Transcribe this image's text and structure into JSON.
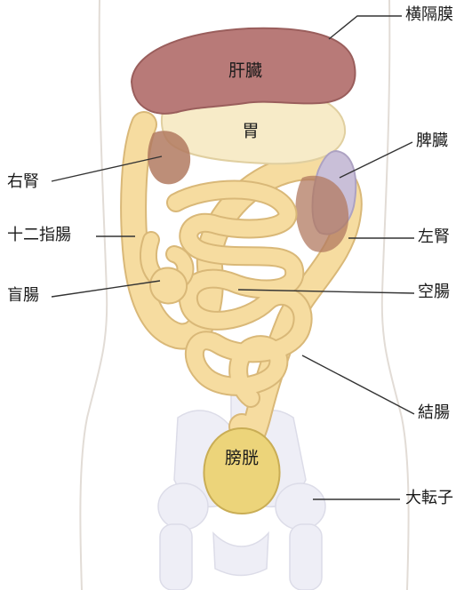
{
  "labels": {
    "diaphragm": "横隔膜",
    "liver": "肝臓",
    "stomach": "胃",
    "spleen": "脾臓",
    "right_kidney": "右腎",
    "duodenum": "十二指腸",
    "left_kidney": "左腎",
    "cecum": "盲腸",
    "jejunum": "空腸",
    "colon": "結腸",
    "bladder": "膀胱",
    "greater_trochanter": "大転子"
  },
  "colors": {
    "liver": "#b87a78",
    "stomach": "#f7ebc8",
    "intestine_fill": "#f6dca0",
    "intestine_outline": "#d9b878",
    "kidney": "#b27a60",
    "spleen": "#c9bfd8",
    "bladder": "#ecd47a",
    "body_outline": "#e2dcd6",
    "skeleton": "#eeeef6",
    "leader_line": "#333333"
  }
}
